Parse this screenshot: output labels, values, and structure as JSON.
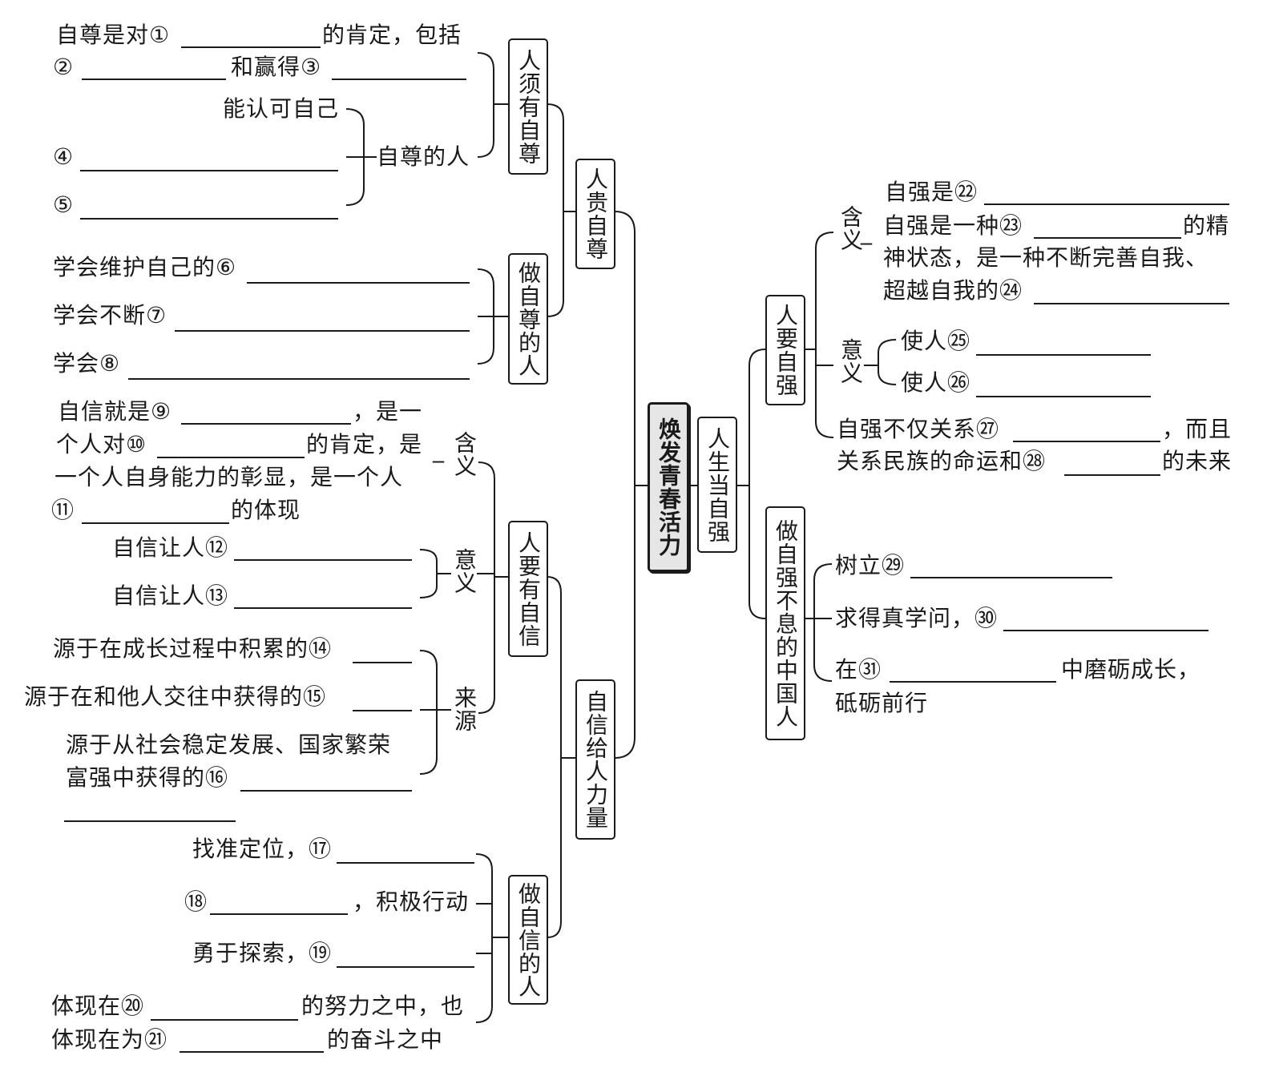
{
  "root": "焕发青春活力",
  "branches": {
    "rengui": "人贵自尊",
    "xuyouzizun": "人须有自尊",
    "zuozizun": "做自尊的人",
    "zixingeili": "自信给人力量",
    "yaoyouzixin": "人要有自信",
    "zuozixin": "做自信的人",
    "danghziqiang": "人生当自强",
    "yaoziqiang": "人要自强",
    "zuoziqiang": "做自强不息的中国人"
  },
  "labels": {
    "zizun_ren": "自尊的人",
    "hanyi": "含义",
    "yiyi": "意义",
    "laiyuan": "来源"
  },
  "texts": {
    "l1a": "自尊是对①",
    "l1b": "的肯定，包括",
    "l2a": "②",
    "l2b": "和赢得③",
    "l3": "能认可自己",
    "l4": "④",
    "l5": "⑤",
    "l6": "学会维护自己的⑥",
    "l7": "学会不断⑦",
    "l8": "学会⑧",
    "l9a": "自信就是⑨",
    "l9b": "，是一",
    "l10a": "个人对⑩",
    "l10b": "的肯定，是",
    "l11": "一个人自身能力的彰显，是一个人",
    "l12a": "⑪",
    "l12b": "的体现",
    "l13": "自信让人⑫",
    "l14": "自信让人⑬",
    "l15": "源于在成长过程中积累的⑭",
    "l16": "源于在和他人交往中获得的⑮",
    "l17": "源于从社会稳定发展、国家繁荣",
    "l18": "富强中获得的⑯",
    "l19": "找准定位，⑰",
    "l20a": "⑱",
    "l20b": "，积极行动",
    "l21": "勇于探索，⑲",
    "l22a": "体现在⑳",
    "l22b": "的努力之中，也",
    "l23a": "体现在为㉑",
    "l23b": "的奋斗之中",
    "r1": "自强是㉒",
    "r2a": "自强是一种㉓",
    "r2b": "的精",
    "r3": "神状态，是一种不断完善自我、",
    "r4": "超越自我的㉔",
    "r5": "使人㉕",
    "r6": "使人㉖",
    "r7a": "自强不仅关系㉗",
    "r7b": "，而且",
    "r8a": "关系民族的命运和㉘",
    "r8b": "的未来",
    "r9": "树立㉙",
    "r10": "求得真学问，㉚",
    "r11a": "在㉛",
    "r11b": "中磨砺成长，",
    "r12": "砥砺前行"
  }
}
